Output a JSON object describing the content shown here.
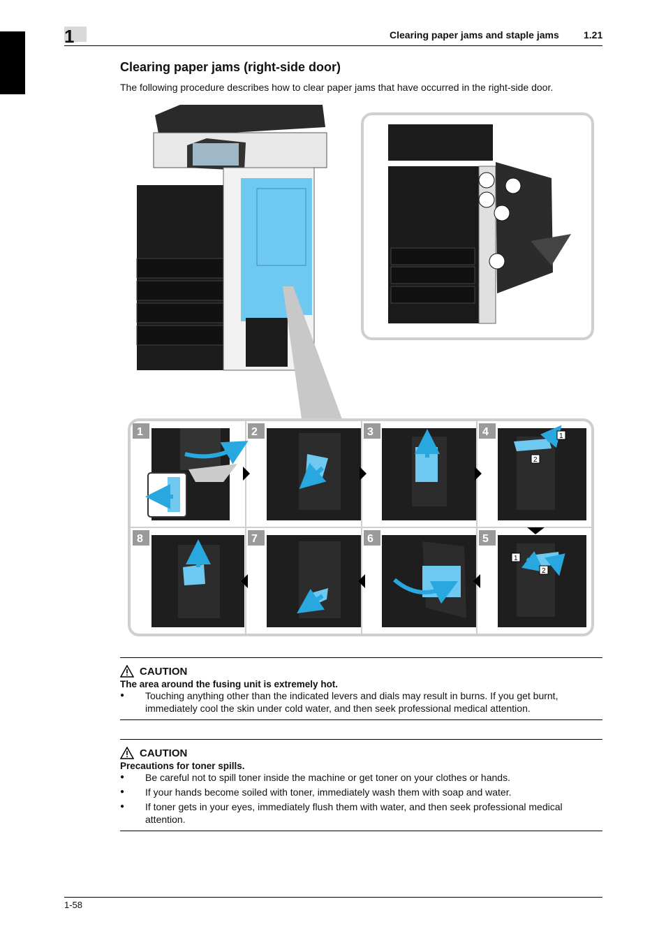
{
  "header": {
    "chapter": "1",
    "title": "Clearing paper jams and staple jams",
    "section": "1.21"
  },
  "section_title": "Clearing paper jams (right-side door)",
  "intro": "The following procedure describes how to clear paper jams that have occurred in the right-side door.",
  "figure": {
    "steps": [
      "1",
      "2",
      "3",
      "4",
      "8",
      "7",
      "6",
      "5"
    ],
    "sub_labels": [
      "1",
      "2"
    ],
    "colors": {
      "highlight": "#6ec8ef",
      "arrow": "#29a8e0",
      "frame": "#d0d0d0",
      "machine": "#1c1c1c"
    }
  },
  "cautions": [
    {
      "title": "CAUTION",
      "lead": "The area around the fusing unit is extremely hot.",
      "items": [
        "Touching anything other than the indicated levers and dials may result in burns. If you get burnt, immediately cool the skin under cold water, and then seek professional medical attention."
      ]
    },
    {
      "title": "CAUTION",
      "lead": "Precautions for toner spills.",
      "items": [
        "Be careful not to spill toner inside the machine or get toner on your clothes or hands.",
        "If your hands become soiled with toner, immediately wash them with soap and water.",
        "If toner gets in your eyes, immediately flush them with water, and then seek professional medical attention."
      ]
    }
  ],
  "footer": {
    "page": "1-58"
  }
}
